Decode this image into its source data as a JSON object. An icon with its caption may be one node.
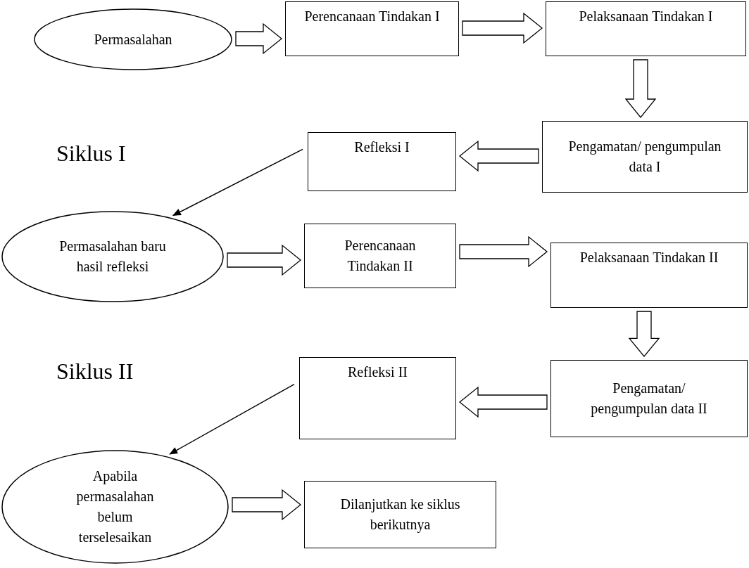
{
  "diagram": {
    "nodes": [
      {
        "text": [
          "Permasalahan"
        ]
      },
      {
        "text": [
          "Perencanaan Tindakan I"
        ]
      },
      {
        "text": [
          "Pelaksanaan  Tindakan I"
        ]
      },
      {
        "text": [
          "Pengamatan/ pengumpulan data I"
        ]
      },
      {
        "text": [
          "Refleksi I"
        ]
      },
      {
        "text": [
          "Permasalahan baru hasil refleksi"
        ]
      },
      {
        "text": [
          "Perencanaan Tindakan II"
        ]
      },
      {
        "text": [
          "Pelaksanaan  Tindakan II"
        ]
      },
      {
        "text": [
          "Pengamatan/ pengumpulan data II"
        ]
      },
      {
        "text": [
          "Refleksi II"
        ]
      },
      {
        "text": [
          "Apabila permasalahan belum terselesaikan"
        ]
      },
      {
        "text": [
          "Dilanjutkan ke siklus berikutnya"
        ]
      }
    ],
    "edges": [
      {
        "from": 0,
        "to": 1,
        "arrow": "to"
      },
      {
        "from": 1,
        "to": 2,
        "arrow": "to"
      },
      {
        "from": 2,
        "to": 3,
        "arrow": "to"
      },
      {
        "from": 3,
        "to": 4,
        "arrow": "to"
      },
      {
        "from": 4,
        "to": 5,
        "arrow": "to"
      },
      {
        "from": 5,
        "to": 6,
        "arrow": "to"
      },
      {
        "from": 6,
        "to": 7,
        "arrow": "to"
      },
      {
        "from": 7,
        "to": 8,
        "arrow": "to"
      },
      {
        "from": 8,
        "to": 9,
        "arrow": "to"
      },
      {
        "from": 9,
        "to": 10,
        "arrow": "to"
      },
      {
        "from": 10,
        "to": 11,
        "arrow": "to"
      }
    ],
    "labels": [
      "Siklus I",
      "Siklus II"
    ]
  }
}
